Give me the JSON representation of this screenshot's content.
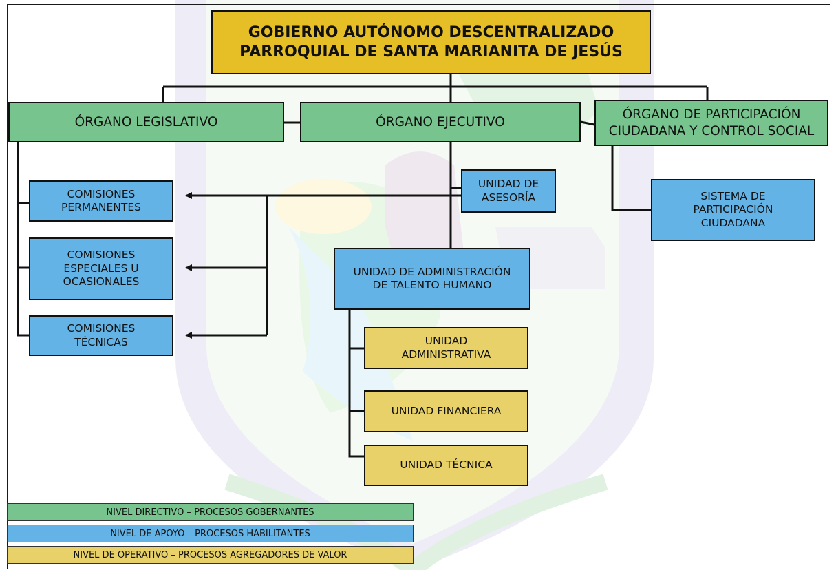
{
  "title": {
    "line1": "GOBIERNO AUTÓNOMO DESCENTRALIZADO",
    "line2": "PARROQUIAL DE SANTA MARIANITA DE JESÚS"
  },
  "nodes": {
    "legislativo": "ÓRGANO LEGISLATIVO",
    "ejecutivo": "ÓRGANO EJECUTIVO",
    "participacion": {
      "line1": "ÓRGANO DE PARTICIPACIÓN",
      "line2": "CIUDADANA Y CONTROL SOCIAL"
    },
    "comisiones_permanentes": {
      "line1": "COMISIONES",
      "line2": "PERMANENTES"
    },
    "comisiones_especiales": {
      "line1": "COMISIONES",
      "line2": "ESPECIALES U",
      "line3": "OCASIONALES"
    },
    "comisiones_tecnicas": {
      "line1": "COMISIONES",
      "line2": "TÉCNICAS"
    },
    "asesoria": {
      "line1": "UNIDAD DE",
      "line2": "ASESORÍA"
    },
    "talento_humano": {
      "line1": "UNIDAD DE ADMINISTRACIÓN",
      "line2": "DE TALENTO HUMANO"
    },
    "sistema_participacion": {
      "line1": "SISTEMA DE",
      "line2": "PARTICIPACIÓN",
      "line3": "CIUDADANA"
    },
    "administrativa": {
      "line1": "UNIDAD",
      "line2": "ADMINISTRATIVA"
    },
    "financiera": "UNIDAD FINANCIERA",
    "tecnica": "UNIDAD TÉCNICA"
  },
  "legend": [
    {
      "label": "NIVEL DIRECTIVO – PROCESOS GOBERNANTES",
      "color": "#77c48e"
    },
    {
      "label": "NIVEL DE APOYO – PROCESOS HABILITANTES",
      "color": "#63b3e6"
    },
    {
      "label": "NIVEL DE OPERATIVO – PROCESOS AGREGADORES DE VALOR",
      "color": "#e7d168"
    }
  ],
  "colors": {
    "directivo": "#77c48e",
    "apoyo": "#63b3e6",
    "operativo": "#e7d168",
    "title_box": "#e6be26",
    "watermark_green": "#d6f0d6",
    "watermark_purple": "#e4e1f2"
  }
}
